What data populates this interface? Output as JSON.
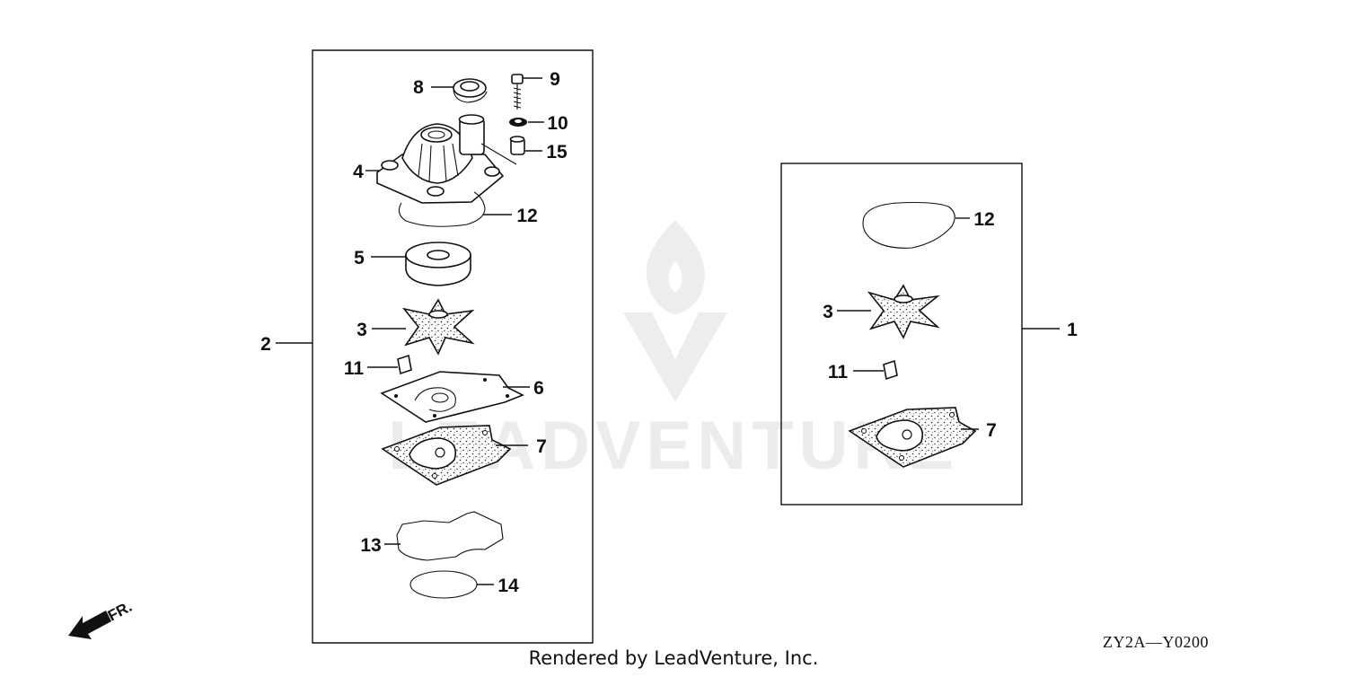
{
  "diagram": {
    "watermark": "LEADVENTURE",
    "footer": "Rendered by LeadVenture, Inc.",
    "code": "ZY2A—Y0200",
    "direction_label": "FR.",
    "colors": {
      "line": "#111111",
      "background": "#ffffff",
      "watermark": "#ececec"
    },
    "kit2": {
      "label": "2",
      "parts": [
        {
          "key": "p8",
          "label": "8"
        },
        {
          "key": "p9",
          "label": "9"
        },
        {
          "key": "p10",
          "label": "10"
        },
        {
          "key": "p15",
          "label": "15"
        },
        {
          "key": "p4",
          "label": "4"
        },
        {
          "key": "p12",
          "label": "12"
        },
        {
          "key": "p5",
          "label": "5"
        },
        {
          "key": "p3",
          "label": "3"
        },
        {
          "key": "p11",
          "label": "11"
        },
        {
          "key": "p6",
          "label": "6"
        },
        {
          "key": "p7",
          "label": "7"
        },
        {
          "key": "p13",
          "label": "13"
        },
        {
          "key": "p14",
          "label": "14"
        }
      ]
    },
    "kit1": {
      "label": "1",
      "parts": [
        {
          "key": "p12",
          "label": "12"
        },
        {
          "key": "p3",
          "label": "3"
        },
        {
          "key": "p11",
          "label": "11"
        },
        {
          "key": "p7",
          "label": "7"
        }
      ]
    }
  }
}
